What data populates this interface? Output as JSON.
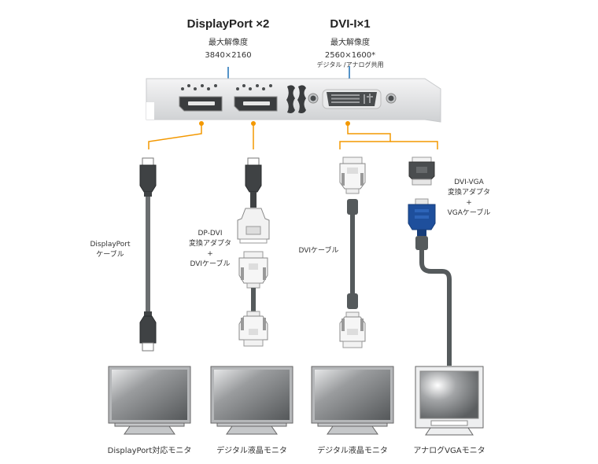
{
  "header": {
    "displayport": {
      "title": "DisplayPort ×2",
      "max_res_label": "最大解像度",
      "max_res_value": "3840×2160"
    },
    "dvi": {
      "title": "DVI-I×1",
      "max_res_label": "最大解像度",
      "max_res_value": "2560×1600*",
      "note": "デジタル /アナログ共用"
    }
  },
  "cables": [
    {
      "id": "dp",
      "label_lines": [
        "DisplayPort",
        "ケーブル"
      ]
    },
    {
      "id": "dp-dvi",
      "label_lines": [
        "DP-DVI",
        "変換アダプタ",
        "+",
        "DVIケーブル"
      ]
    },
    {
      "id": "dvi",
      "label_lines": [
        "DVIケーブル"
      ]
    },
    {
      "id": "dvi-vga",
      "label_lines": [
        "DVI-VGA",
        "変換アダプタ",
        "+",
        "VGAケーブル"
      ]
    }
  ],
  "monitors": [
    {
      "label": "DisplayPort対応モニタ",
      "type": "lcd"
    },
    {
      "label": "デジタル液晶モニタ",
      "type": "lcd"
    },
    {
      "label": "デジタル液晶モニタ",
      "type": "lcd"
    },
    {
      "label": "アナログVGAモニタ",
      "type": "crt"
    }
  ],
  "colors": {
    "connector_line": "#f39800",
    "callout_line": "#1a6fb5",
    "cable": "#555a5c",
    "vga_blue": "#1e4f9c"
  }
}
